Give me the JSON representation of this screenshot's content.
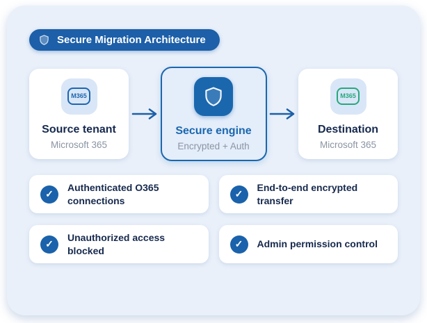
{
  "page": {
    "background": "#ffffff",
    "panel_background": "#e9f0fa"
  },
  "header": {
    "badge": {
      "label": "Secure Migration Architecture",
      "background": "#1d5fa8",
      "text_color": "#ffffff",
      "icon": "shield-icon"
    }
  },
  "flow": {
    "arrow": {
      "icon": "arrow-right-icon",
      "color": "#1d5fa8"
    },
    "nodes": [
      {
        "id": "source-tenant",
        "icon": "m365-badge-icon",
        "icon_label": "M365",
        "icon_accent": "#1d66ae",
        "title": "Source tenant",
        "subtitle": "Microsoft 365",
        "highlighted": false
      },
      {
        "id": "secure-engine",
        "icon": "shield-icon",
        "icon_background": "#1a67ae",
        "title": "Secure engine",
        "subtitle": "Encrypted + Auth",
        "highlighted": true,
        "accent": "#1a67ae"
      },
      {
        "id": "destination",
        "icon": "m365-badge-icon",
        "icon_label": "M365",
        "icon_accent": "#27a87c",
        "title": "Destination",
        "subtitle": "Microsoft 365",
        "highlighted": false
      }
    ]
  },
  "features": {
    "check_icon": {
      "name": "check-icon",
      "glyph": "✓",
      "background": "#1a62ab"
    },
    "items": [
      {
        "label": "Authenticated O365 connections"
      },
      {
        "label": "End-to-end encrypted transfer"
      },
      {
        "label": "Unauthorized access blocked"
      },
      {
        "label": "Admin permission control"
      }
    ]
  }
}
